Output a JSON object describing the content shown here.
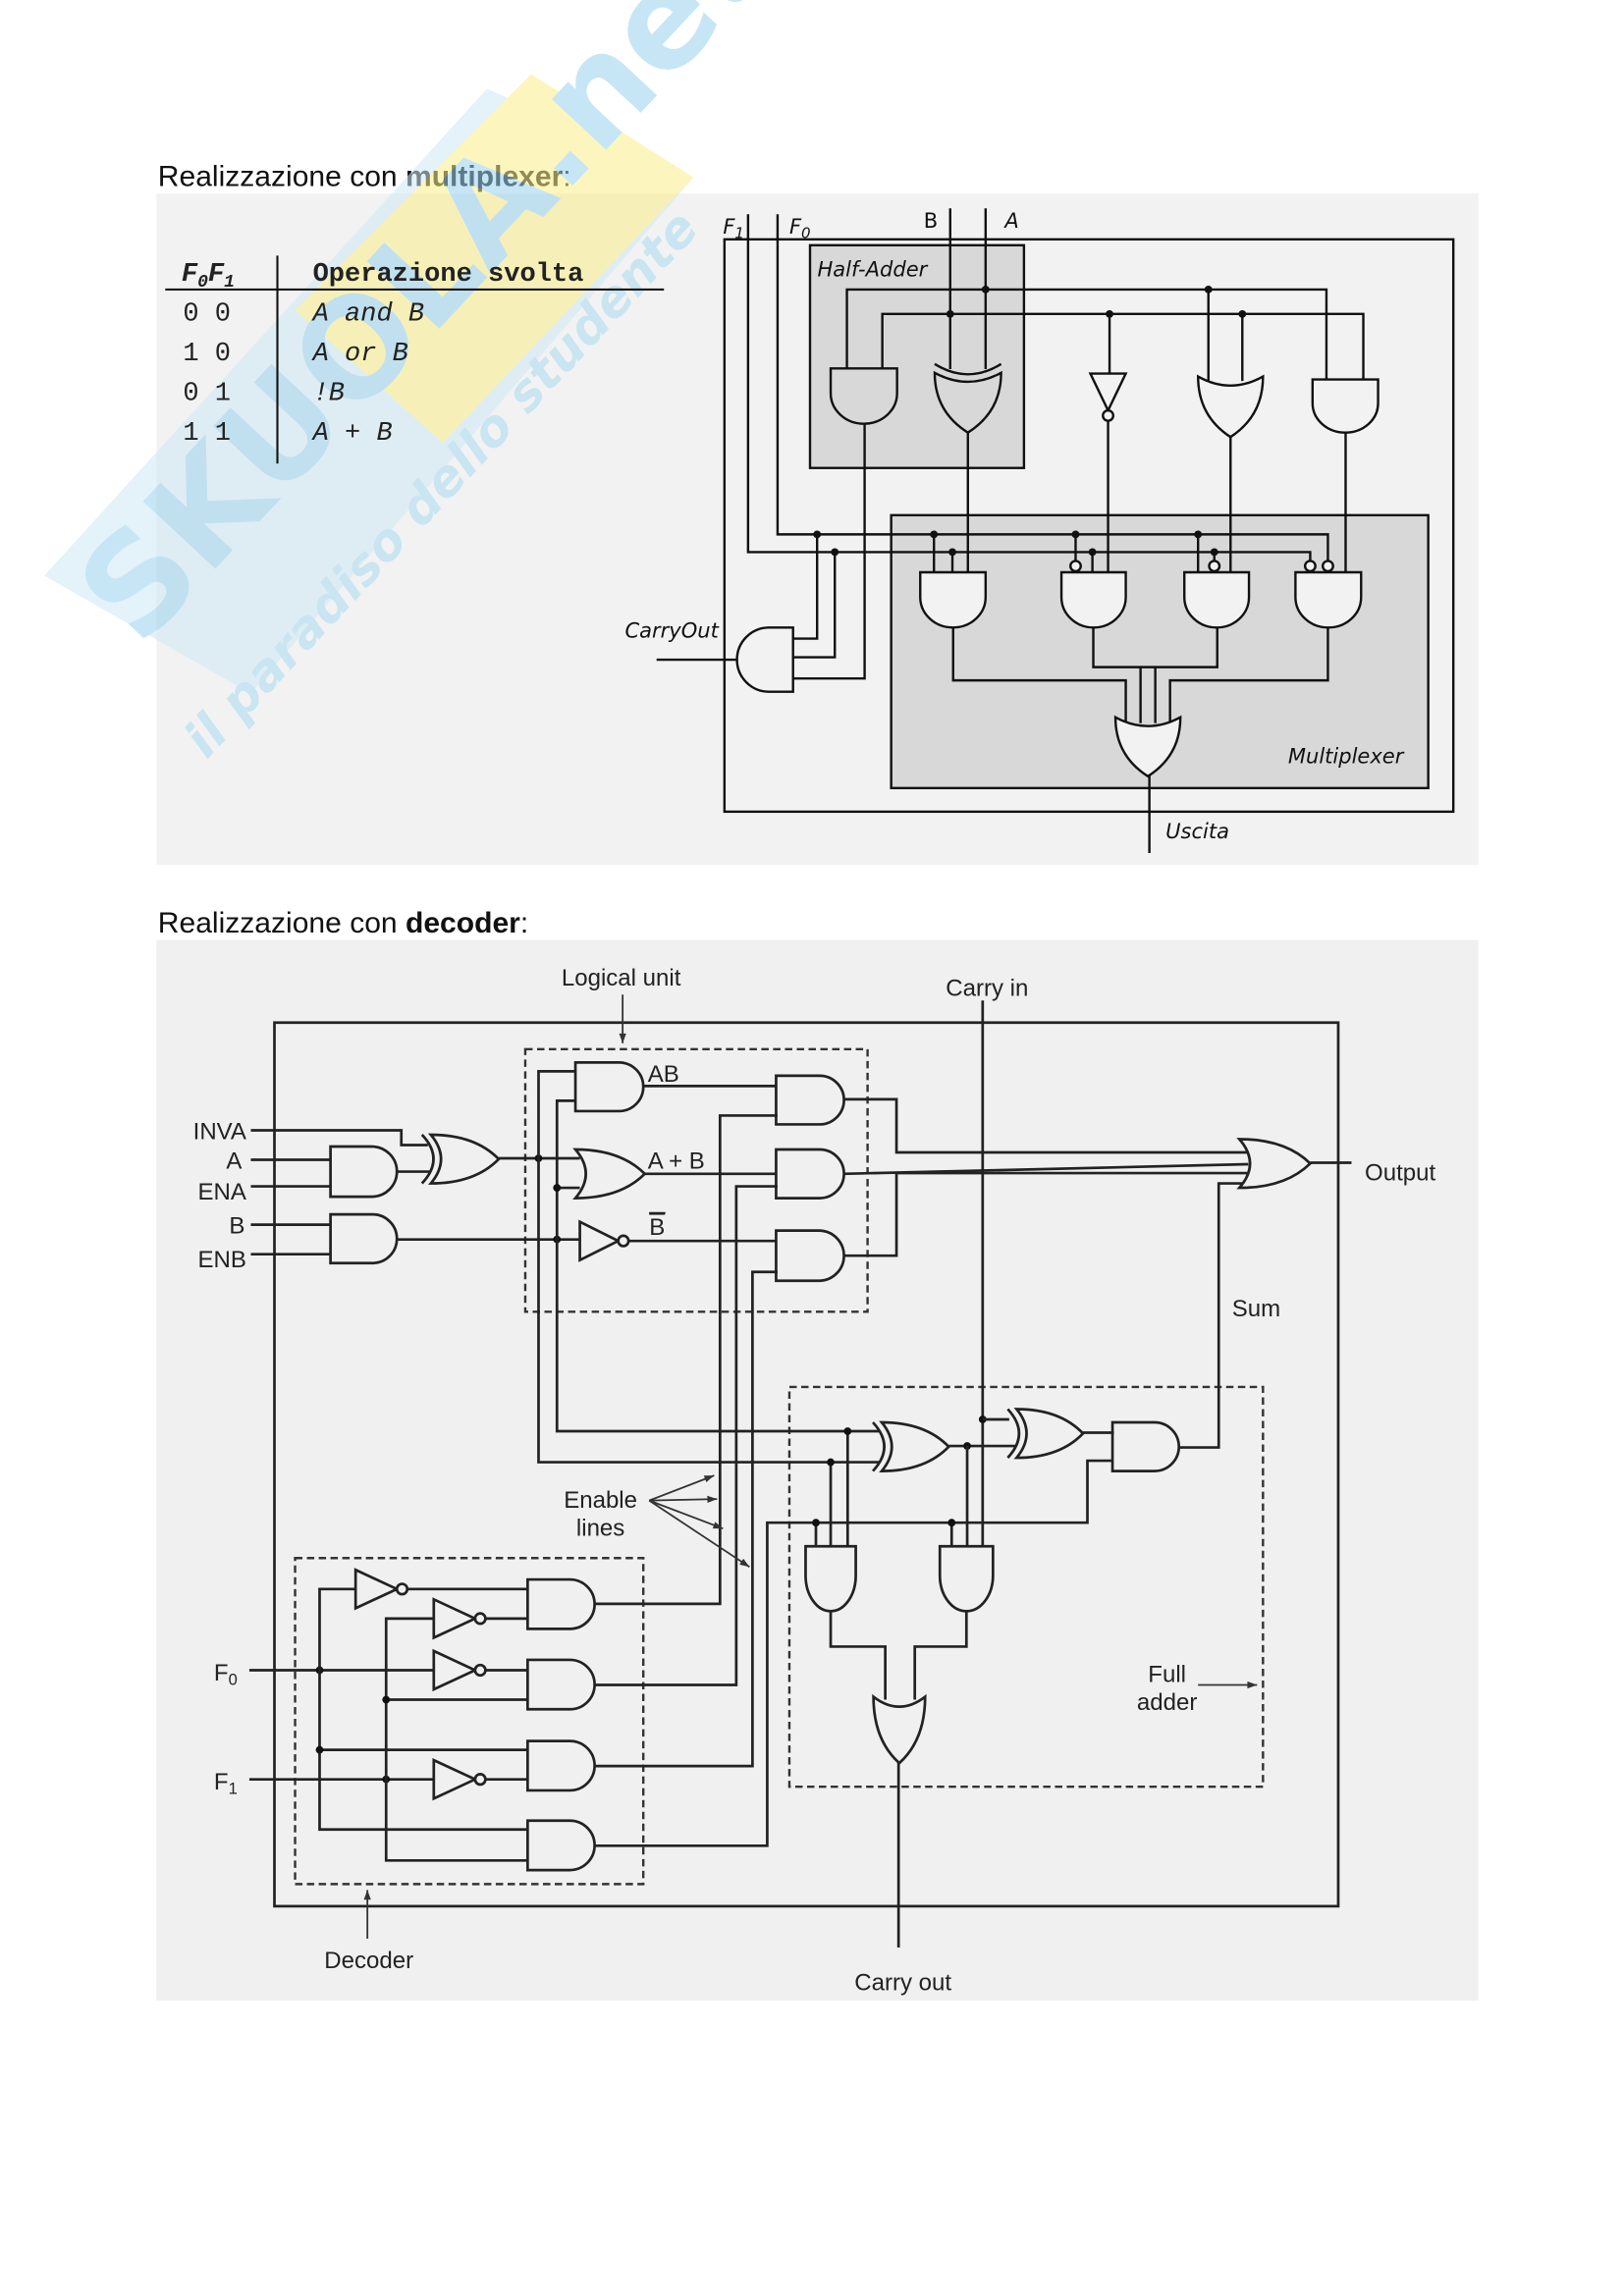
{
  "watermark": {
    "logo": "SKUOLA.net",
    "tagline": "il paradiso dello studente",
    "colors": [
      "#f5e663",
      "#9ad3ee"
    ]
  },
  "section1": {
    "heading_prefix": "Realizzazione con ",
    "heading_bold": "multiplexer",
    "heading_suffix": ":",
    "table": {
      "header": {
        "f0": "F",
        "f0_sub": "0",
        "f1": "F",
        "f1_sub": "1",
        "op": "Operazione svolta"
      },
      "rows": [
        {
          "bits": "0 0",
          "op": "A and B"
        },
        {
          "bits": "1 0",
          "op": "A or B"
        },
        {
          "bits": "0 1",
          "op": "!B"
        },
        {
          "bits": "1 1",
          "op": "A + B"
        }
      ]
    },
    "circuit": {
      "f1": "F",
      "f1_sub": "1",
      "f0": "F",
      "f0_sub": "0",
      "b": "B",
      "a": "A",
      "half_adder": "Half-Adder",
      "multiplexer": "Multiplexer",
      "carry_out": "CarryOut",
      "output": "Uscita"
    }
  },
  "section2": {
    "heading_prefix": "Realizzazione con ",
    "heading_bold": "decoder",
    "heading_suffix": ":",
    "circuit": {
      "logical_unit": "Logical unit",
      "carry_in": "Carry in",
      "inputs": [
        "INVA",
        "A",
        "ENA",
        "B",
        "ENB"
      ],
      "ab": "AB",
      "a_plus_b": "A + B",
      "not_b": "B",
      "output": "Output",
      "sum": "Sum",
      "enable_lines": [
        "Enable",
        "lines"
      ],
      "full_adder": [
        "Full",
        "adder"
      ],
      "f0": "F",
      "f0_sub": "0",
      "f1": "F",
      "f1_sub": "1",
      "decoder": "Decoder",
      "carry_out": "Carry out"
    }
  }
}
